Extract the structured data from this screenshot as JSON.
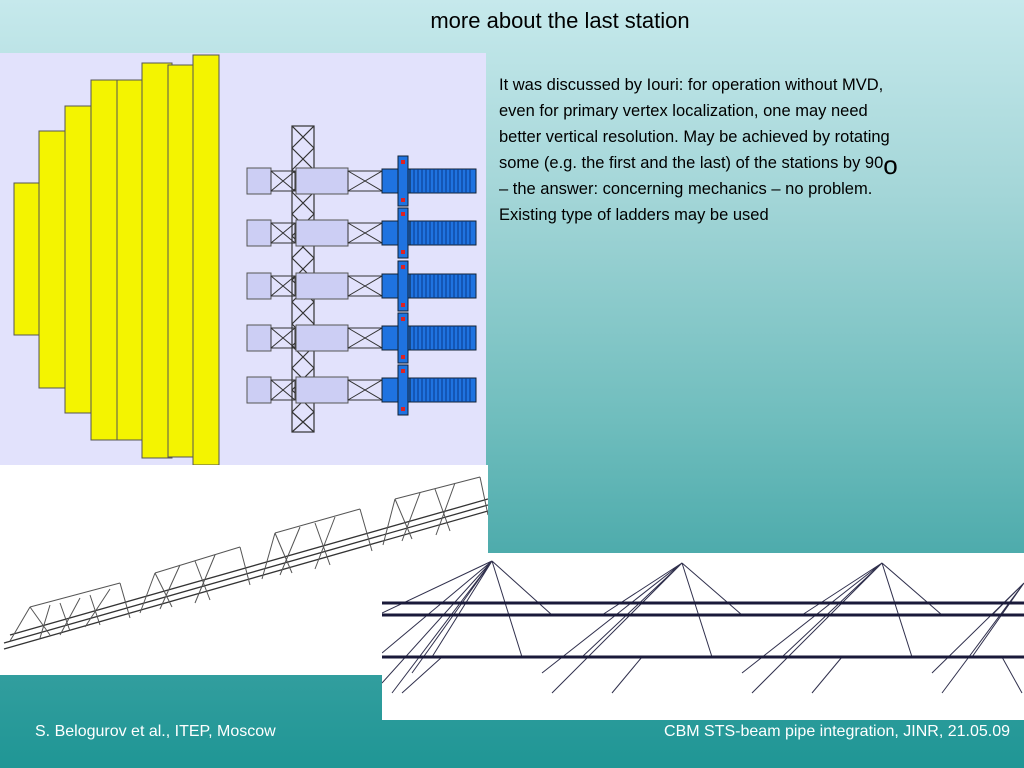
{
  "slide": {
    "title": "more about the last station",
    "body": {
      "line1": "It was discussed  by Iouri: for operation  without MVD,",
      "line2": "even for primary vertex localization, one may need",
      "line3": "better vertical resolution. May be achieved by rotating",
      "line4": "some (e.g. the first and the last) of the stations by 90",
      "degree_symbol": "o",
      "line5": "– the answer: concerning mechanics – no problem.",
      "line6": "Existing type of ladders may be used"
    },
    "footer": {
      "left": "S. Belogurov et al., ITEP, Moscow",
      "right": "CBM STS-beam pipe integration, JINR,  21.05.09"
    }
  },
  "colors": {
    "station_yellow": "#f4f400",
    "module_blue": "#1f73e0",
    "module_lavender": "#cccef4",
    "figure_background": "#e2e2fc"
  }
}
